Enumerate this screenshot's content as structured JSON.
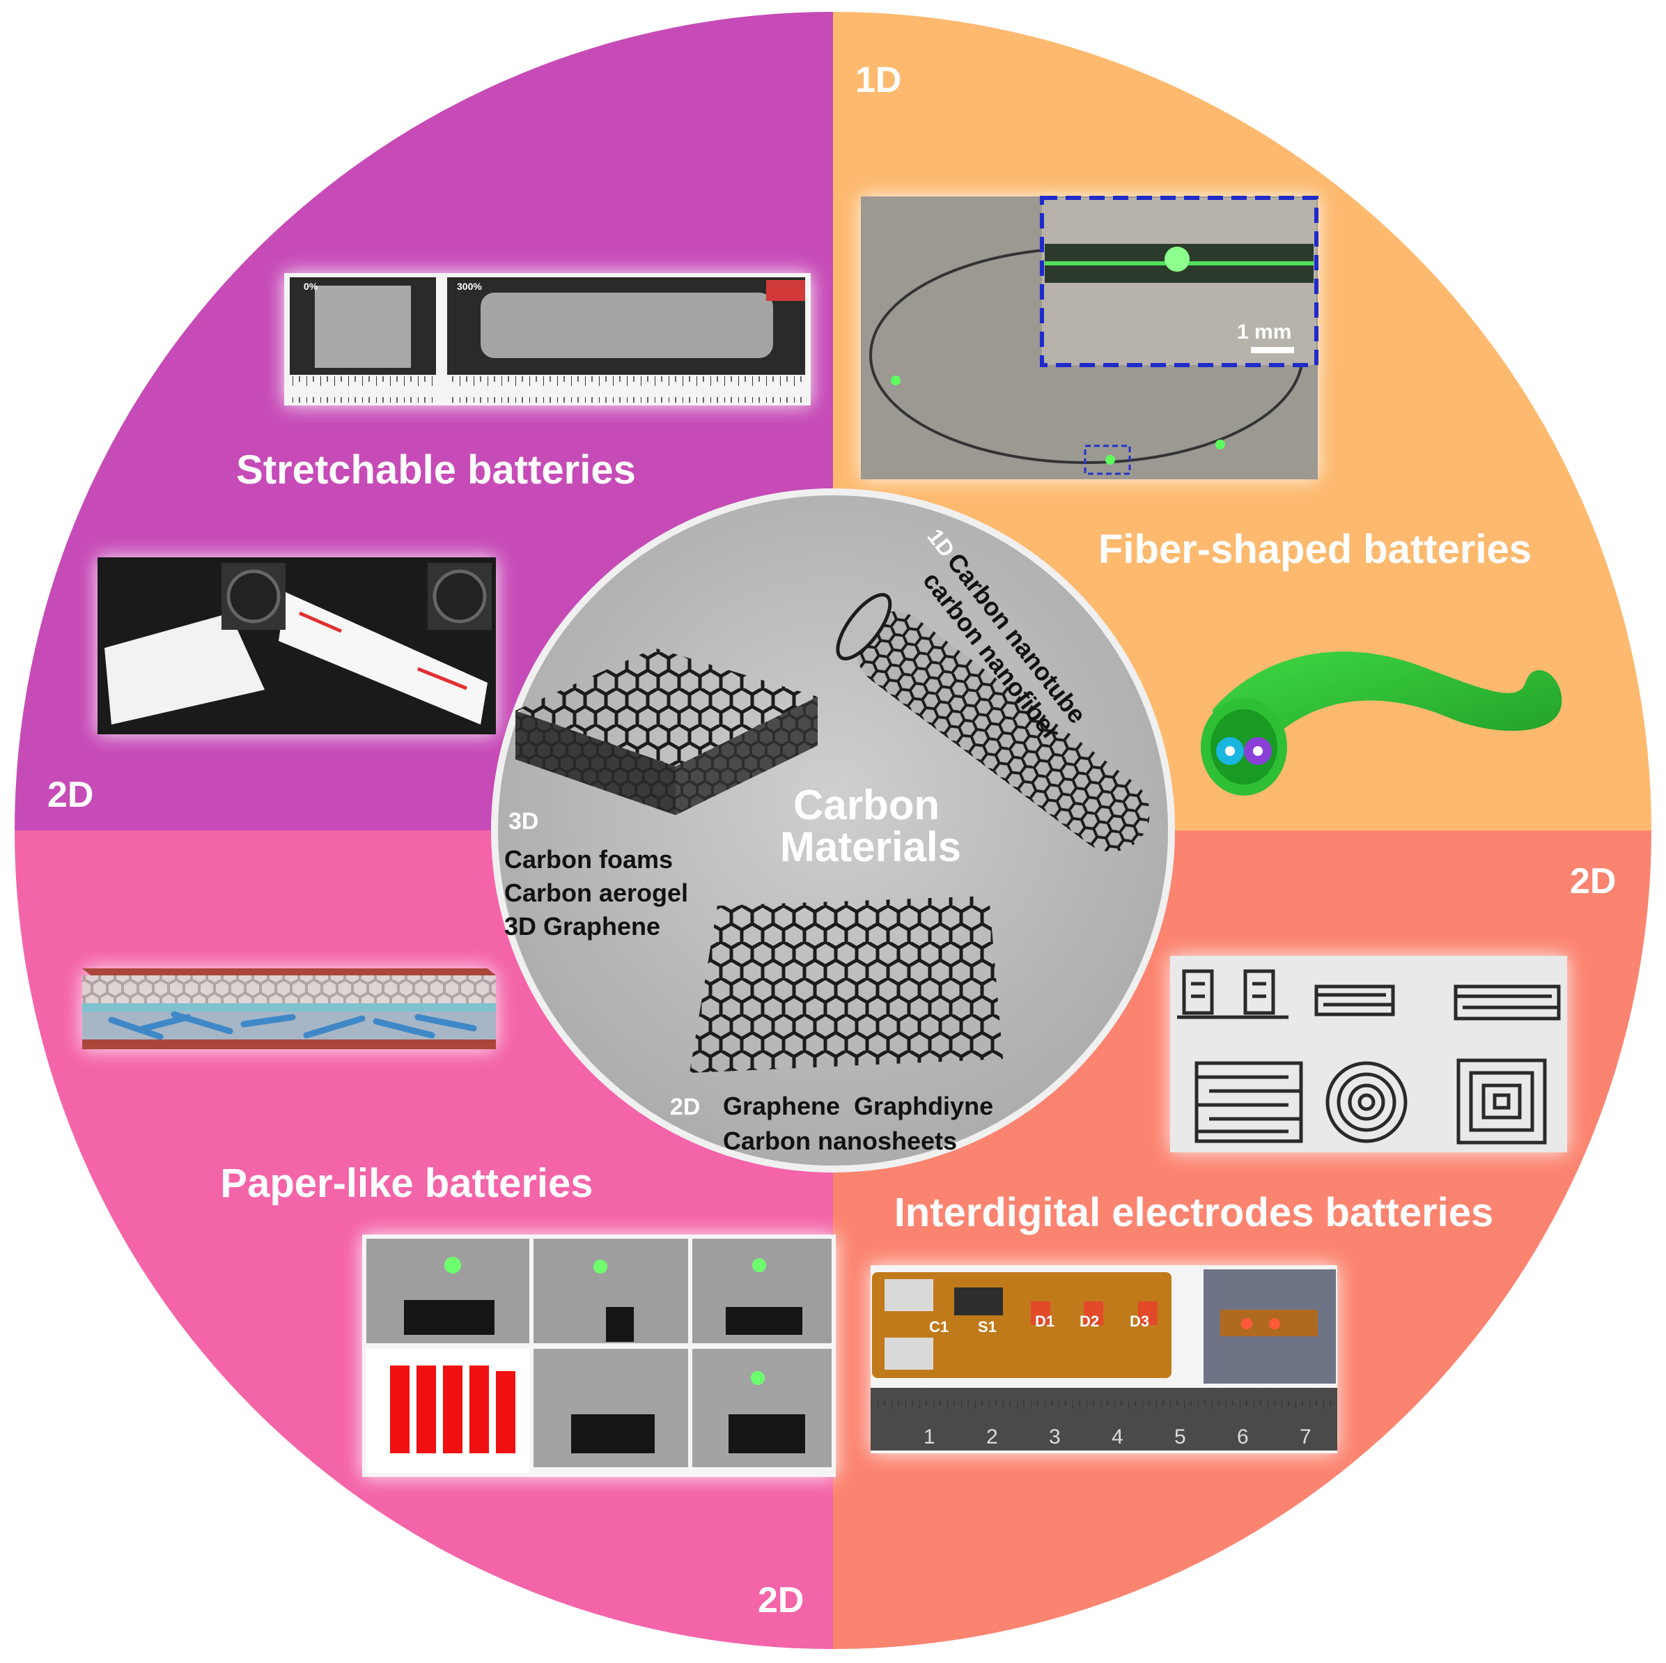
{
  "colors": {
    "stretchable": "#c64bb7",
    "fiber": "#fdb96e",
    "interdigital": "#fb8470",
    "paper": "#f464a9",
    "center": "#bdbdbd",
    "fiber_green": "#35c43a",
    "bar_red": "#f01010"
  },
  "quadrants": {
    "top_left": {
      "title": "Stretchable batteries",
      "dim": "2D",
      "photo_labels": [
        "0%",
        "300%"
      ]
    },
    "top_right": {
      "title": "Fiber-shaped batteries",
      "dim": "1D",
      "scale_label": "1 mm"
    },
    "bottom_right": {
      "title": "Interdigital electrodes batteries",
      "dim": "2D",
      "ruler_labels": [
        "1",
        "2",
        "3",
        "4",
        "5",
        "6",
        "7"
      ],
      "board_labels": [
        "C1",
        "S1",
        "D1",
        "D2",
        "D3"
      ]
    },
    "bottom_left": {
      "title": "Paper-like batteries",
      "dim": "2D"
    }
  },
  "center": {
    "title_line1": "Carbon",
    "title_line2": "Materials",
    "one_d": {
      "dim": "1D",
      "line1": "Carbon nanotube",
      "line2": "carbon nanofiber"
    },
    "three_d": {
      "dim": "3D",
      "items": [
        "Carbon foams",
        "Carbon aerogel",
        "3D Graphene"
      ]
    },
    "two_d": {
      "dim": "2D",
      "line1": "Graphene  Graphdiyne",
      "line2": "Carbon nanosheets"
    }
  },
  "icons": [
    "honeycomb-3d-icon",
    "nanotube-icon",
    "graphene-sheet-icon",
    "fiber-battery-icon"
  ]
}
